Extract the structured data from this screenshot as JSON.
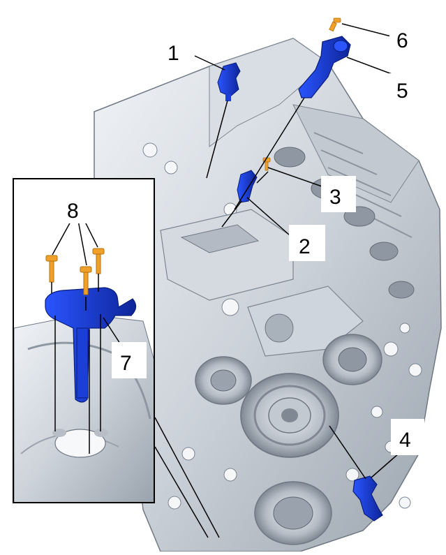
{
  "diagram": {
    "callouts": [
      {
        "id": "1",
        "text": "1"
      },
      {
        "id": "2",
        "text": "2"
      },
      {
        "id": "3",
        "text": "3"
      },
      {
        "id": "4",
        "text": "4"
      },
      {
        "id": "5",
        "text": "5"
      },
      {
        "id": "6",
        "text": "6"
      },
      {
        "id": "7",
        "text": "7"
      },
      {
        "id": "8",
        "text": "8"
      }
    ],
    "colors": {
      "engine_light": "#e3e8ee",
      "engine_mid": "#bfc6cf",
      "engine_dark": "#8e97a2",
      "sensor_blue": "#1b3fd6",
      "sensor_blue_dark": "#0d2599",
      "bolt_orange": "#f0a12a",
      "leader": "#000000"
    }
  }
}
